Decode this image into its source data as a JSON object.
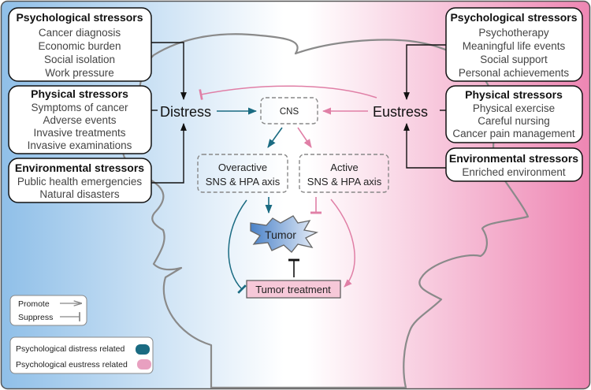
{
  "left_boxes": [
    {
      "title": "Psychological stressors",
      "items": [
        "Cancer diagnosis",
        "Economic burden",
        "Social isolation",
        "Work pressure"
      ]
    },
    {
      "title": "Physical stressors",
      "items": [
        "Symptoms of cancer",
        "Adverse events",
        "Invasive  treatments",
        "Invasive examinations"
      ]
    },
    {
      "title": "Environmental stressors",
      "items": [
        "Public health emergencies",
        "Natural disasters"
      ]
    }
  ],
  "right_boxes": [
    {
      "title": "Psychological stressors",
      "items": [
        "Psychotherapy",
        "Meaningful life events",
        "Social support",
        "Personal achievements"
      ]
    },
    {
      "title": "Physical stressors",
      "items": [
        "Physical exercise",
        "Careful nursing",
        "Cancer pain management"
      ]
    },
    {
      "title": "Environmental stressors",
      "items": [
        "Enriched environment"
      ]
    }
  ],
  "center": {
    "distress": "Distress",
    "eustress": "Eustress",
    "cns": "CNS",
    "overactive": [
      "Overactive",
      "SNS & HPA axis"
    ],
    "active": [
      "Active",
      "SNS & HPA axis"
    ],
    "tumor": "Tumor",
    "treatment": "Tumor treatment"
  },
  "legend": {
    "promote": "Promote",
    "suppress": "Suppress",
    "distress_related": "Psychological distress related",
    "eustress_related": "Psychological eustress related"
  },
  "colors": {
    "distress": "#1a6b82",
    "eustress": "#e07fa6",
    "left_bg": "#7fb7e6",
    "right_bg": "#ee7fae"
  }
}
